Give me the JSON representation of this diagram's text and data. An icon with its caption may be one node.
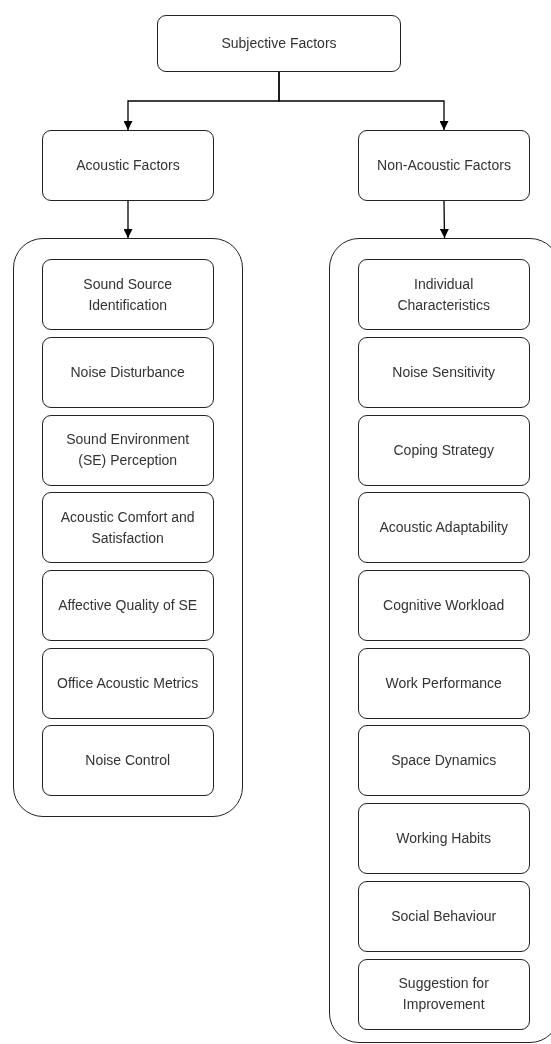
{
  "diagram": {
    "nodes": [
      {
        "text": [
          "Subjective Factors"
        ]
      },
      {
        "text": [
          "Acoustic Factors"
        ]
      },
      {
        "text": [
          "Non-Acoustic Factors"
        ]
      },
      {
        "text": [],
        "shape": "box"
      },
      {
        "text": [
          "Sound Source Identification"
        ],
        "in": 3
      },
      {
        "text": [
          "Noise Disturbance"
        ],
        "in": 3
      },
      {
        "text": [
          "Sound Environment (SE) Perception"
        ],
        "in": 3
      },
      {
        "text": [
          "Acoustic Comfort and Satisfaction"
        ],
        "in": 3
      },
      {
        "text": [
          "Affective Quality of SE"
        ],
        "in": 3
      },
      {
        "text": [
          "Office Acoustic Metrics"
        ],
        "in": 3
      },
      {
        "text": [
          "Noise Control"
        ],
        "in": 3
      },
      {
        "text": [],
        "shape": "box"
      },
      {
        "text": [
          "Individual Characteristics"
        ],
        "in": 11
      },
      {
        "text": [
          "Noise Sensitivity"
        ],
        "in": 11
      },
      {
        "text": [
          "Coping Strategy"
        ],
        "in": 11
      },
      {
        "text": [
          "Acoustic Adaptability"
        ],
        "in": 11
      },
      {
        "text": [
          "Cognitive Workload"
        ],
        "in": 11
      },
      {
        "text": [
          "Work Performance"
        ],
        "in": 11
      },
      {
        "text": [
          "Space Dynamics"
        ],
        "in": 11
      },
      {
        "text": [
          "Working Habits"
        ],
        "in": 11
      },
      {
        "text": [
          "Social Behaviour"
        ],
        "in": 11
      },
      {
        "text": [
          "Suggestion for Improvement"
        ],
        "in": 11
      }
    ],
    "edges": [
      {
        "from": 0,
        "to": 1,
        "arrow": "to"
      },
      {
        "from": 0,
        "to": 2,
        "arrow": "to"
      },
      {
        "from": 1,
        "to": 3,
        "arrow": "to"
      },
      {
        "from": 2,
        "to": 11,
        "arrow": "to"
      }
    ]
  }
}
